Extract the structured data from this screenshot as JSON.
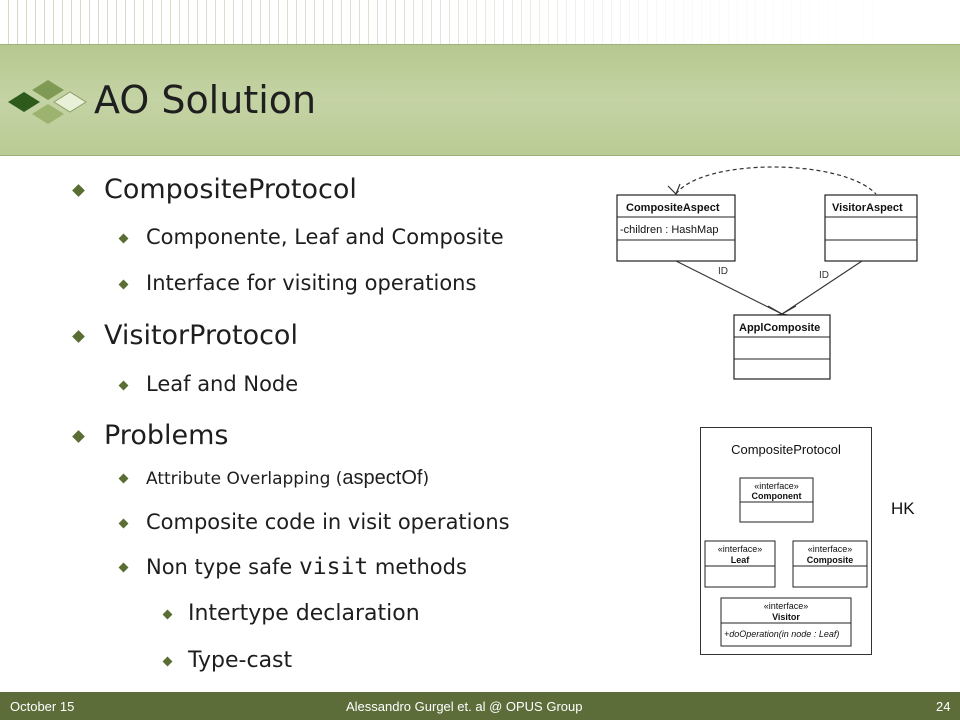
{
  "slide": {
    "title": "AO Solution",
    "bullets": {
      "composite_protocol": "CompositeProtocol",
      "componente": "Componente, Leaf and Composite",
      "interface_visiting": "Interface for visiting operations",
      "visitor_protocol": "VisitorProtocol",
      "leaf_node": "Leaf and Node",
      "problems": "Problems",
      "attr_overlap": "Attribute Overlapping (",
      "aspect_of": "aspectOf",
      "attr_close": ")",
      "composite_code": "Composite code in visit operations",
      "non_type_safe_pre": "Non type safe ",
      "visit_code": "visit",
      "non_type_safe_post": " methods",
      "intertype": "Intertype declaration",
      "typecast": "Type-cast"
    }
  },
  "diagram_top": {
    "composite_aspect": "CompositeAspect",
    "children_attr": "-children : HashMap",
    "visitor_aspect": "VisitorAspect",
    "appl_composite": "ApplComposite",
    "id_left": "ID",
    "id_right": "ID"
  },
  "diagram_bottom": {
    "package_name": "CompositeProtocol",
    "stereotype": "«interface»",
    "component": "Component",
    "leaf": "Leaf",
    "composite": "Composite",
    "visitor": "Visitor",
    "operation": "+doOperation(in node : Leaf)"
  },
  "hk_label": "HK",
  "footer": {
    "date": "October 15",
    "author": "Alessandro Gurgel et. al @ OPUS Group",
    "page": "24"
  },
  "colors": {
    "title_bar": "#c4d3a4",
    "footer": "#5c6d3a",
    "bullet": "#5a6e33"
  }
}
